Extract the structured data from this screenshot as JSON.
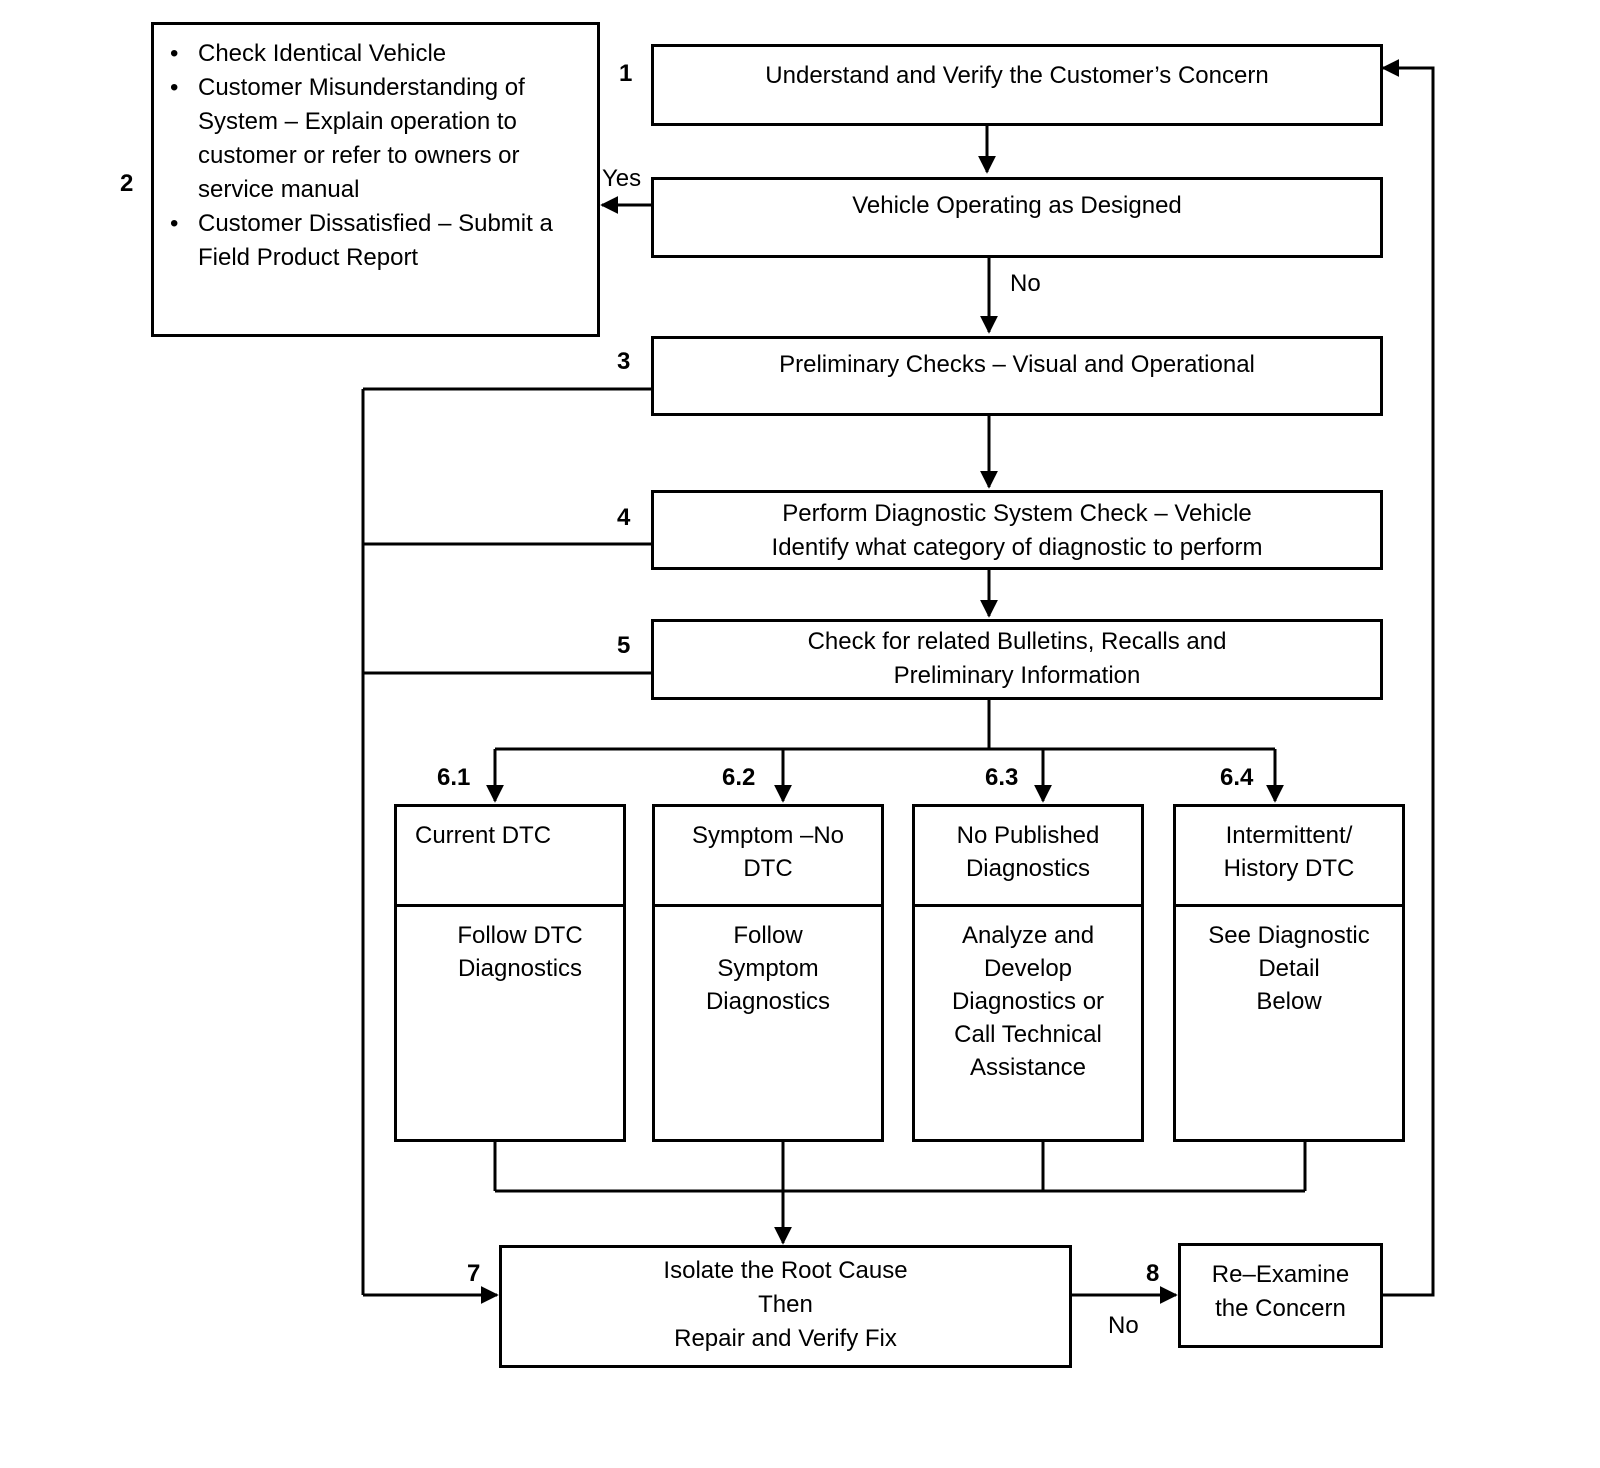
{
  "steps": {
    "s1": {
      "num": "1",
      "text": "Understand and Verify the Customer’s Concern"
    },
    "s2": {
      "num": "2",
      "bullets": [
        "Check Identical Vehicle",
        "Customer Misunderstanding of System – Explain operation to customer or refer to owners or service manual",
        "Customer Dissatisfied – Submit a Field Product Report"
      ]
    },
    "s_operating": {
      "text": "Vehicle Operating as Designed"
    },
    "s3": {
      "num": "3",
      "text": "Preliminary Checks – Visual and Operational"
    },
    "s4": {
      "num": "4",
      "line1": "Perform Diagnostic System Check – Vehicle",
      "line2": "Identify what category of diagnostic to perform"
    },
    "s5": {
      "num": "5",
      "line1": "Check for related Bulletins, Recalls and",
      "line2": "Preliminary Information"
    },
    "s7": {
      "num": "7",
      "line1": "Isolate the Root Cause",
      "line2": "Then",
      "line3": "Repair and Verify Fix"
    },
    "s8": {
      "num": "8",
      "line1": "Re–Examine",
      "line2": "the Concern"
    }
  },
  "branches": [
    {
      "num": "6.1",
      "title": "Current DTC",
      "action": "Follow DTC\nDiagnostics"
    },
    {
      "num": "6.2",
      "title": "Symptom –No\nDTC",
      "action": "Follow\nSymptom\nDiagnostics"
    },
    {
      "num": "6.3",
      "title": "No Published\nDiagnostics",
      "action": "Analyze and\nDevelop\nDiagnostics or\nCall Technical\nAssistance"
    },
    {
      "num": "6.4",
      "title": "Intermittent/\nHistory DTC",
      "action": "See Diagnostic\nDetail\nBelow"
    }
  ],
  "edge_labels": {
    "yes": "Yes",
    "no_operating": "No",
    "no_fix": "No"
  }
}
